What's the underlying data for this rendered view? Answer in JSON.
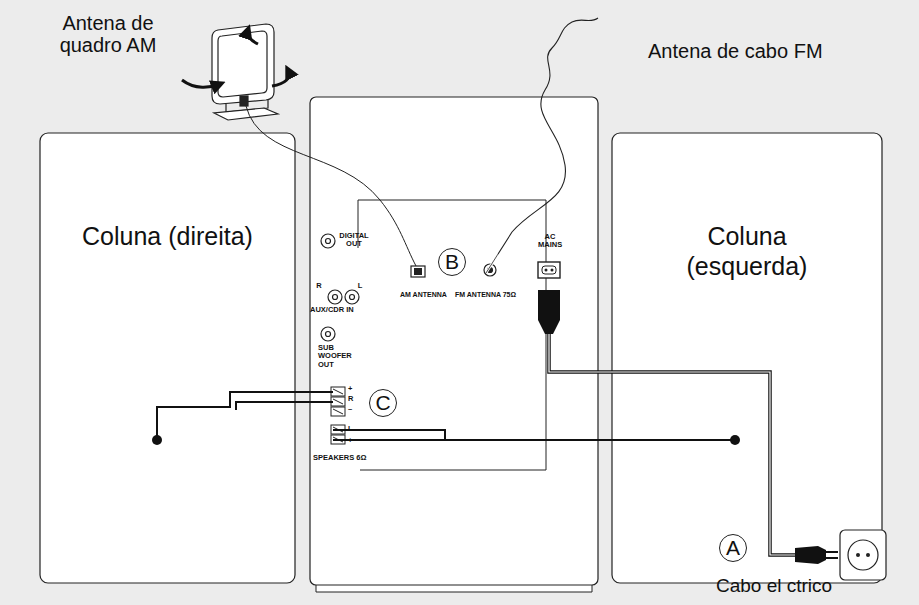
{
  "diagram": {
    "nodes": [
      {
        "text": [
          "Coluna (direita)"
        ]
      },
      {
        "text": [
          "Coluna (esquerda)"
        ]
      },
      {
        "text": [
          "A"
        ]
      },
      {
        "text": [
          "B"
        ]
      },
      {
        "text": [
          "C"
        ]
      }
    ],
    "labels": [
      "Antena de quadro AM",
      "Antena de cabo FM",
      "Cabo el ctrico",
      "DIGITAL OUT",
      "AC MAINS",
      "R",
      "L",
      "AUX/CDR IN",
      "SUB WOOFER OUT",
      "AM ANTENNA",
      "FM ANTENNA 75Ω",
      "+",
      "R",
      "–",
      "L",
      "+",
      "SPEAKERS 6Ω"
    ]
  }
}
